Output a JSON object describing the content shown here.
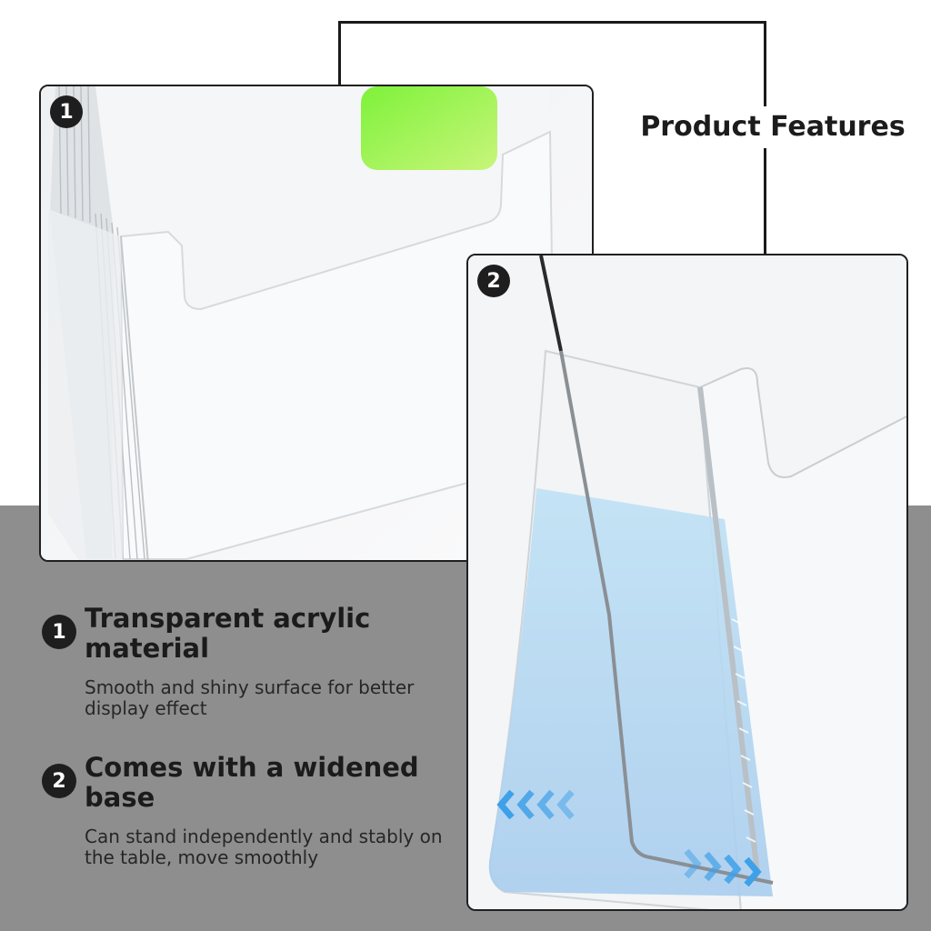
{
  "header": {
    "title": "Product Features"
  },
  "panels": [
    {
      "badge": "1"
    },
    {
      "badge": "2"
    }
  ],
  "features": [
    {
      "number": "1",
      "title": "Transparent acrylic material",
      "description": "Smooth and shiny surface for better display effect"
    },
    {
      "number": "2",
      "title": "Comes with a widened base",
      "description": "Can stand independently and stably on the table, move smoothly"
    }
  ],
  "colors": {
    "background": "#ffffff",
    "bottom_band": "#8e8e8e",
    "text": "#1b1b1b",
    "accent_green": "#8ef23a",
    "accent_blue": "#a9d3f0"
  }
}
